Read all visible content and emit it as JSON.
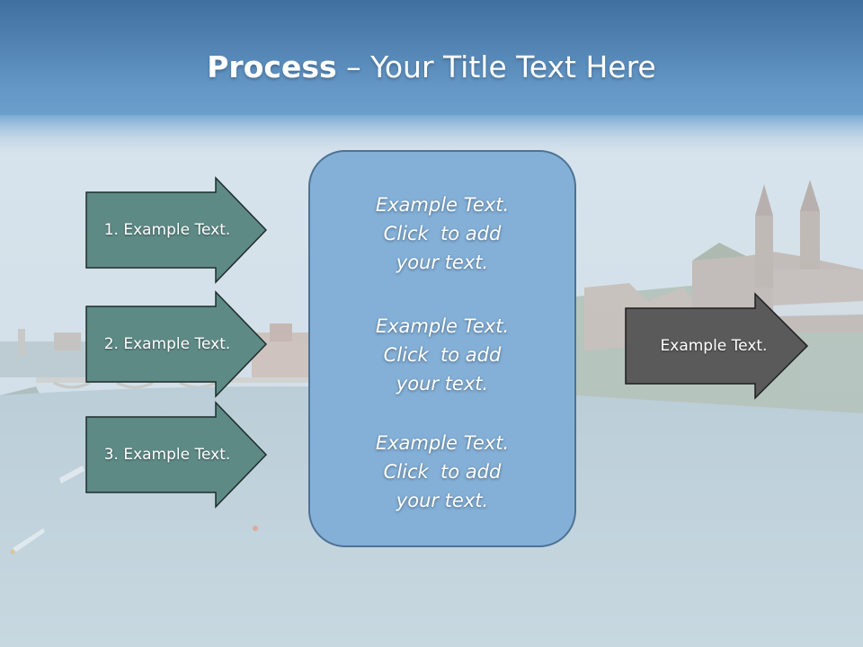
{
  "slide": {
    "title_bold": "Process",
    "title_rest": " – Your Title Text Here"
  },
  "left_arrows": [
    {
      "label": "1. Example Text."
    },
    {
      "label": "2. Example Text."
    },
    {
      "label": "3. Example Text."
    }
  ],
  "center_box": {
    "blocks": [
      {
        "line1": "Example Text.",
        "line2": "Click  to add",
        "line3": "your text."
      },
      {
        "line1": "Example Text.",
        "line2": "Click  to add",
        "line3": "your text."
      },
      {
        "line1": "Example Text.",
        "line2": "Click  to add",
        "line3": "your text."
      }
    ]
  },
  "right_arrow": {
    "label": "Example Text."
  },
  "colors": {
    "banner_top": "#3f6f9f",
    "banner_bottom": "#6497c6",
    "arrow_fill": "#5e8a86",
    "arrow_stroke": "#1f2d2c",
    "box_fill": "#84b0d8",
    "box_stroke": "#4d7295",
    "right_arrow_fill": "#5a5a5a"
  }
}
